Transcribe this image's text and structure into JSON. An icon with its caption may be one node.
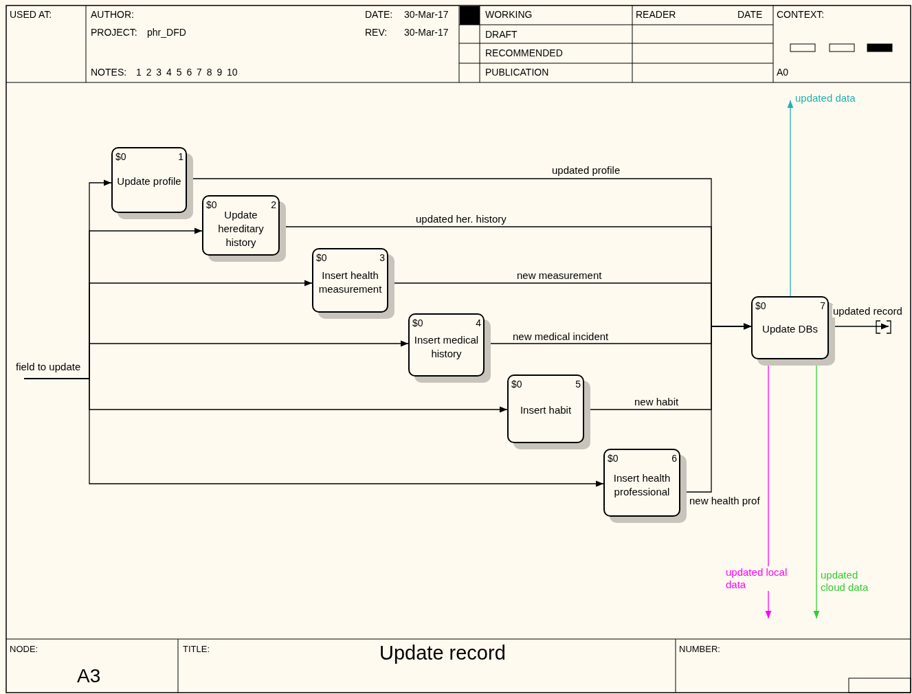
{
  "diagram": {
    "title": "Update record",
    "nodes": [
      {
        "text": [
          "$0",
          "1",
          "Update profile"
        ]
      },
      {
        "text": [
          "$0",
          "2",
          "Update hereditary history"
        ]
      },
      {
        "text": [
          "$0",
          "3",
          "Insert health measurement"
        ]
      },
      {
        "text": [
          "$0",
          "4",
          "Insert medical history"
        ]
      },
      {
        "text": [
          "$0",
          "5",
          "Insert habit"
        ]
      },
      {
        "text": [
          "$0",
          "6",
          "Insert health professional"
        ]
      },
      {
        "text": [
          "$0",
          "7",
          "Update DBs"
        ]
      },
      {
        "text": [],
        "shape": "bracket"
      }
    ],
    "edges": [
      {
        "from": null,
        "to": 0,
        "arrow": "to",
        "label": "field to update"
      },
      {
        "from": null,
        "to": 1,
        "arrow": "to"
      },
      {
        "from": null,
        "to": 2,
        "arrow": "to"
      },
      {
        "from": null,
        "to": 3,
        "arrow": "to"
      },
      {
        "from": null,
        "to": 4,
        "arrow": "to"
      },
      {
        "from": null,
        "to": 5,
        "arrow": "to"
      },
      {
        "from": 0,
        "to": 6,
        "arrow": "to",
        "label": "updated profile"
      },
      {
        "from": 1,
        "to": 6,
        "arrow": "to",
        "label": "updated her. history"
      },
      {
        "from": 2,
        "to": 6,
        "arrow": "to",
        "label": "new measurement"
      },
      {
        "from": 3,
        "to": 6,
        "arrow": "to",
        "label": "new medical incident"
      },
      {
        "from": 4,
        "to": 6,
        "arrow": "to",
        "label": "new habit"
      },
      {
        "from": 5,
        "to": 6,
        "arrow": "to",
        "label": "new health prof"
      },
      {
        "from": 6,
        "to": 7,
        "arrow": "to",
        "label": "updated record"
      },
      {
        "from": 6,
        "to": null,
        "arrow": "to",
        "label": "updated data",
        "color": "#20b0b0"
      },
      {
        "from": 6,
        "to": null,
        "arrow": "to",
        "label": "updated local data",
        "color": "#ff00ff"
      },
      {
        "from": 6,
        "to": null,
        "arrow": "to",
        "label": "updated cloud data",
        "color": "#33cc33"
      }
    ],
    "labels": [
      "USED AT:",
      "AUTHOR:",
      "DATE:",
      "30-Mar-17",
      "PROJECT:",
      "phr_DFD",
      "REV:",
      "30-Mar-17",
      "NOTES:",
      "1 2 3 4 5 6 7 8 9 10",
      "WORKING",
      "READER",
      "DATE",
      "CONTEXT:",
      "DRAFT",
      "RECOMMENDED",
      "PUBLICATION",
      "A0",
      "NODE:",
      "A3",
      "TITLE:",
      "NUMBER:"
    ]
  }
}
